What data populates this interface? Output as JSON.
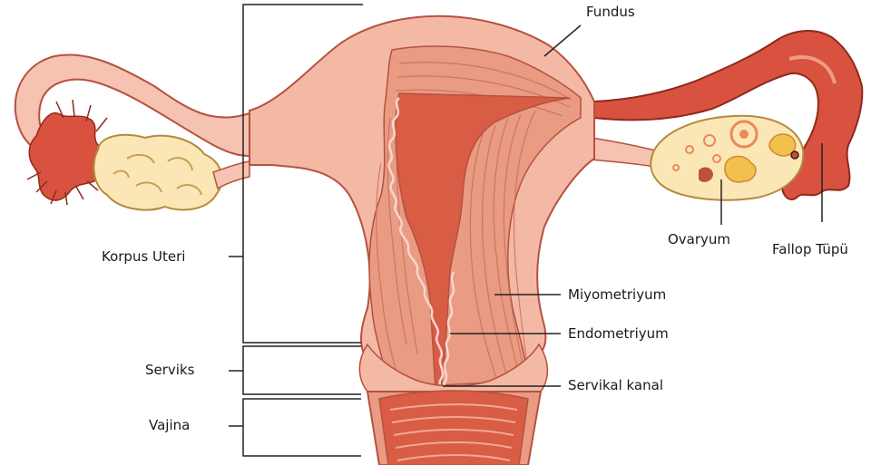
{
  "labels": {
    "fundus": "Fundus",
    "ovaryum": "Ovaryum",
    "fallop_tupu": "Fallop Tüpü",
    "korpus_uteri": "Korpus Uteri",
    "miyometriyum": "Miyometriyum",
    "endometriyum": "Endometriyum",
    "serviks": "Serviks",
    "servikal_kanal": "Servikal kanal",
    "vajina": "Vajina"
  },
  "colors": {
    "outer_tissue": "#f4b9a5",
    "outer_stroke": "#b5513f",
    "muscle_layer": "#e99b84",
    "cavity": "#d95c45",
    "fallopian_tube": "#d8523f",
    "ovary": "#fbe7b5",
    "follicle": "#f2c14c",
    "leader_line": "#222222"
  }
}
